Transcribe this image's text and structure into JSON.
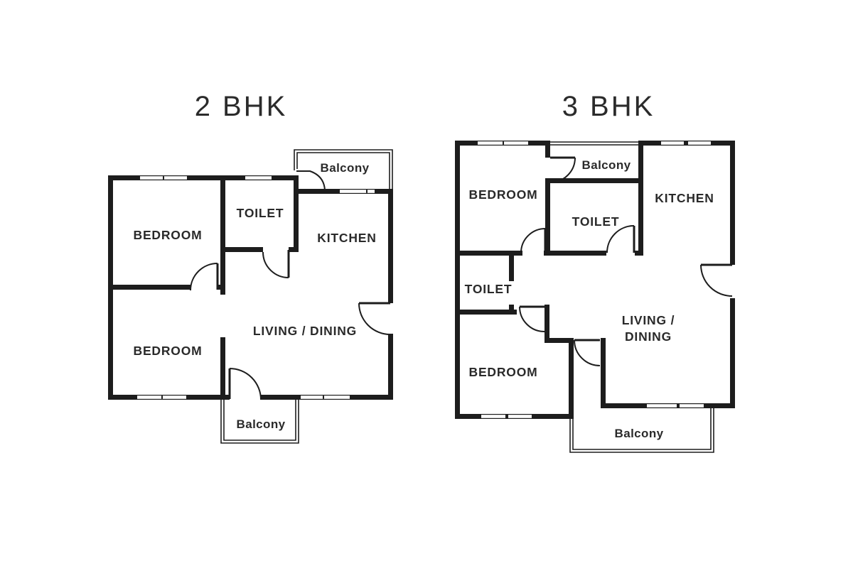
{
  "page": {
    "background": "#ffffff",
    "wall_color": "#1d1d1d",
    "text_color": "#2a2a2a"
  },
  "plans": [
    {
      "title": "2 BHK",
      "rooms": {
        "bedroom_top": "BEDROOM",
        "toilet": "TOILET",
        "kitchen": "KITCHEN",
        "bedroom_bottom": "BEDROOM",
        "living_dining": "LIVING / DINING",
        "balcony_top": "Balcony",
        "balcony_bottom": "Balcony"
      }
    },
    {
      "title": "3 BHK",
      "rooms": {
        "bedroom_top": "BEDROOM",
        "balcony_top": "Balcony",
        "kitchen": "KITCHEN",
        "toilet_top": "TOILET",
        "toilet_left": "TOILET",
        "bedroom_bottom": "BEDROOM",
        "living_line1": "LIVING /",
        "living_line2": "DINING",
        "balcony_bottom": "Balcony"
      }
    }
  ]
}
